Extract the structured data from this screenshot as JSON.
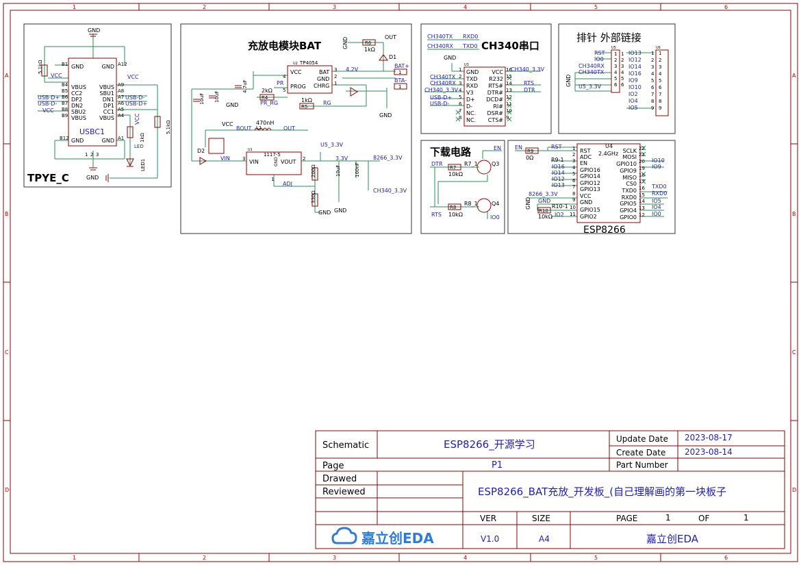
{
  "sheet": {
    "zone_columns": [
      "1",
      "2",
      "3",
      "4",
      "5",
      "6"
    ],
    "zone_rows": [
      "A",
      "B",
      "C",
      "D"
    ]
  },
  "colors": {
    "frame": "#8b0000",
    "wire": "#2e8b57",
    "label": "#1f1fb4",
    "part": "#8b0000",
    "text": "#000000"
  },
  "blocks": {
    "typec": {
      "title": "TPYE_C",
      "power_top": "GND",
      "chip_name": "USBC1",
      "left_pins": [
        "GND",
        "VBUS",
        "CC2",
        "DP2",
        "DN2",
        "SBU2",
        "VBUS",
        "GND"
      ],
      "right_pins": [
        "GND",
        "VBUS",
        "SBU1",
        "DN1",
        "DP1",
        "CC1",
        "VBUS",
        "GND"
      ],
      "left_nums": [
        "B1",
        "B4",
        "B5",
        "B6",
        "B7",
        "B8",
        "B9",
        "B12"
      ],
      "right_nums": [
        "A12",
        "A9",
        "A8",
        "A7",
        "A6",
        "A5",
        "A4",
        "A1"
      ],
      "net_left": [
        "VCC",
        "USB-D+",
        "USB-D-",
        "VCC"
      ],
      "net_right": [
        "VCC",
        "USB-D-",
        "USB-D+",
        "VCC"
      ],
      "res_left": "5.1kΩ",
      "res_right": "5.1kΩ",
      "res_led": "1kΩ",
      "led": "LED1",
      "led_label": "LED",
      "bottom_gnd": "GND",
      "nums_bottom": [
        "1",
        "2",
        "3"
      ]
    },
    "charge": {
      "title": "充放电模块BAT",
      "chip_name": "TP4054",
      "chip_ref": "U2",
      "pins_left": [
        "VCC",
        "PROG"
      ],
      "pins_right": [
        "BAT",
        "GND",
        "CHRG"
      ],
      "pin_nums_left": [
        "4",
        "5"
      ],
      "pin_nums_right": [
        "3",
        "2",
        "1"
      ],
      "out": "OUT",
      "r6": "R6",
      "r6_val": "1kΩ",
      "d1": "D1",
      "v42": "4.2V",
      "bat_p": "BAT+",
      "bat_n": "BTA-",
      "bat_p_num": "1",
      "bat_n_num": "1",
      "caps": [
        "10uF",
        "10uF",
        "4.7uF"
      ],
      "r4": "2kΩ",
      "r4_ref": "R4",
      "pr": "PR",
      "pr_rg": "PR_RG",
      "r5": "1kΩ",
      "r5_ref": "R5",
      "rg": "RG",
      "gnd": "GND",
      "vcc": "VCC",
      "inductor": "470nH",
      "l1": "L1",
      "bout": "BOUT",
      "out2": "OUT",
      "d2": "D2",
      "vin": "VIN",
      "ldo": "1117-5",
      "ldo_ref": "U1",
      "ldo_vin": "VIN",
      "ldo_vout": "VOUT",
      "ldo_gnd": "GND",
      "ldo_adj": "ADJ",
      "ldo_n": [
        "3",
        "2",
        "1"
      ],
      "u5": "U5_3.3V",
      "r200": "200Ω",
      "r330": "330Ω",
      "v33": "3.3V",
      "c10": "10uF",
      "c100": "100nF",
      "n8266": "8266_3.3V",
      "nch340": "CH340_3.3V",
      "gnd2": "GND",
      "gnd3": "GND"
    },
    "ch340": {
      "title": "CH340串口",
      "top_links": [
        {
          "a": "CH340TX",
          "b": "RXD0"
        },
        {
          "a": "CH340RX",
          "b": "TXD0"
        }
      ],
      "gnd": "GND",
      "chip_ref": "U3",
      "left_pins": [
        "GND",
        "TXD",
        "RXD",
        "V3",
        "D+",
        "D-",
        "NC.",
        "NC."
      ],
      "left_nums": [
        "1",
        "2",
        "3",
        "4",
        "5",
        "6",
        "7",
        "8"
      ],
      "right_pins": [
        "VCC",
        "R232",
        "RTS#",
        "DTR#",
        "DCD#",
        "RI#",
        "DSR#",
        "CTS#"
      ],
      "right_nums": [
        "16",
        "15",
        "14",
        "13",
        "12",
        "11",
        "10",
        "9"
      ],
      "left_nets": [
        "CH340TX",
        "CH340RX",
        "CH340_3.3V",
        "USB-D+",
        "USB-D-"
      ],
      "right_nets": [
        "CH340_3.3V",
        "RTS",
        "DTR"
      ]
    },
    "header": {
      "title": "排针 外部链接",
      "gnd": "GND",
      "left_nets": [
        "RST",
        "IO0",
        "CH340RX",
        "CH340TX",
        "U5_3.3V"
      ],
      "conn1_nums": [
        "1",
        "2",
        "3",
        "4",
        "5",
        "6"
      ],
      "conn2_nets": [
        "IO13",
        "IO12",
        "IO14",
        "IO16",
        "IO9",
        "IO10",
        "IO2",
        "IO4",
        "IO5"
      ],
      "conn2_nums": [
        "1",
        "2",
        "3",
        "4",
        "5",
        "6",
        "7",
        "8",
        "9"
      ],
      "ref1": "U5",
      "ref2": "U6"
    },
    "download": {
      "title": "下载电路",
      "en": "EN",
      "dtr": "DTR",
      "rts": "RTS",
      "r7": "R7",
      "r7_val": "10kΩ",
      "r7_1": "R7_1",
      "r8": "R8",
      "r8_val": "10kΩ",
      "r8_1": "R8_1",
      "q3": "Q3",
      "q4": "Q4",
      "io0": "IO0"
    },
    "esp": {
      "chip_ref": "U4",
      "freq": "2.4GHz",
      "name": "ESP8266",
      "en": "EN",
      "r9": "R9",
      "r9_val": "0Ω",
      "rst": "RST",
      "r9_1": "R9-1",
      "left_pins": [
        "RST",
        "ADC",
        "EN",
        "GPIO16",
        "GPIO14",
        "GPIO12",
        "GPIO13",
        "VCC",
        "GND",
        "GPIO15",
        "GPIO2"
      ],
      "left_nums": [
        "1",
        "2",
        "3",
        "4",
        "5",
        "6",
        "7",
        "8",
        "9",
        "10",
        "11"
      ],
      "right_pins": [
        "SCLK",
        "MOSI",
        "GPIO10",
        "GPIO9",
        "MISO",
        "CS0",
        "TXD0",
        "RXD0",
        "GPIO5",
        "GPIO4",
        "GPIO0"
      ],
      "right_nums": [
        "22",
        "21",
        "20",
        "19",
        "18",
        "17",
        "16",
        "15",
        "14",
        "13",
        "12"
      ],
      "left_nets": [
        "IO16",
        "IO14",
        "IO12",
        "IO13",
        "8266_3.3V",
        "GND"
      ],
      "r10": "R10",
      "r10_1": "R10-1",
      "r10_val": "10kΩ",
      "io2": "IO2",
      "gnd": "GND",
      "right_nets": [
        "IO10",
        "IO9",
        "TXD0",
        "RXD0",
        "IO5",
        "IO4",
        "IO0"
      ]
    }
  },
  "title_block": {
    "schematic_label": "Schematic",
    "schematic_value": "ESP8266_开源学习",
    "update_label": "Update Date",
    "update_value": "2023-08-17",
    "create_label": "Create Date",
    "create_value": "2023-08-14",
    "page_label": "Page",
    "page_value": "P1",
    "part_label": "Part Number",
    "part_value": "",
    "drawed_label": "Drawed",
    "reviewed_label": "Reviewed",
    "description": "ESP8266_BAT充放_开发板_(自己理解画的第一块板子",
    "ver_label": "VER",
    "size_label": "SIZE",
    "page2_label": "PAGE",
    "page_num": "1",
    "of_label": "OF",
    "page_total": "1",
    "logo": "嘉立创EDA",
    "ver_value": "V1.0",
    "size_value": "A4",
    "company": "嘉立创EDA"
  }
}
